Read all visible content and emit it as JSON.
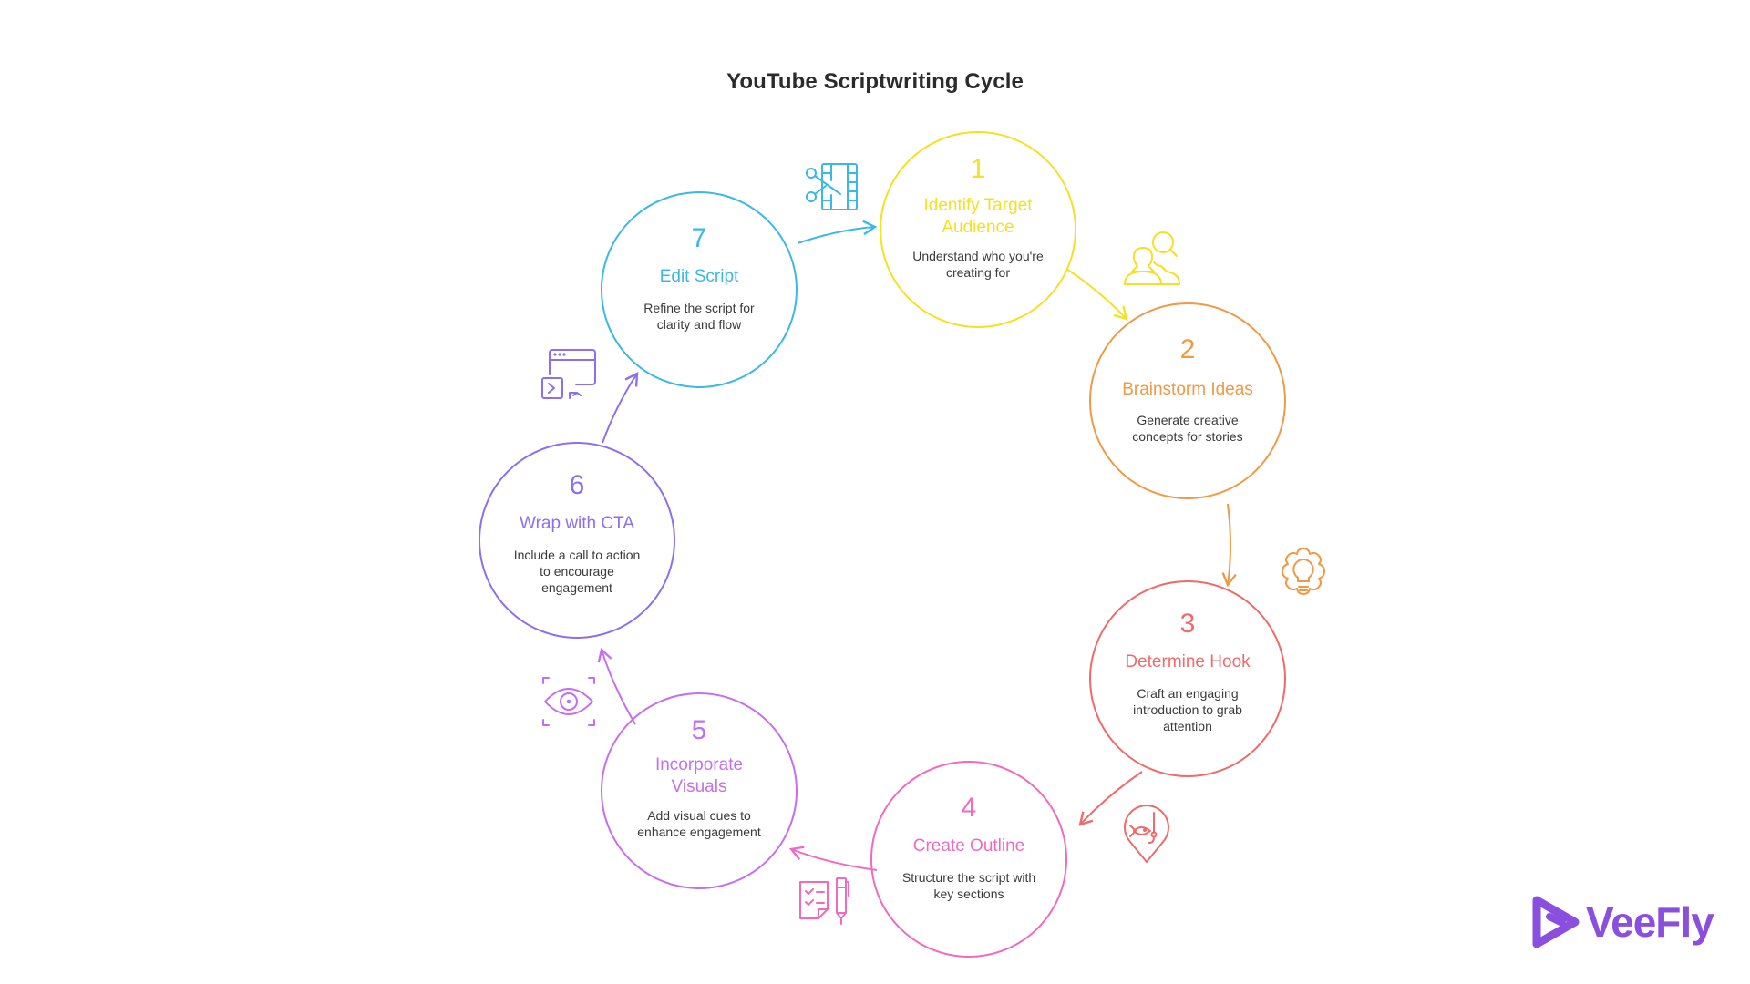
{
  "title": "YouTube Scriptwriting Cycle",
  "steps": [
    {
      "number": "1",
      "label": "Identify Target Audience",
      "label_lines": [
        "Identify Target",
        "Audience"
      ],
      "description_lines": [
        "Understand who you're",
        "creating for"
      ],
      "color": "#f5e024",
      "icon": "audience-search-icon"
    },
    {
      "number": "2",
      "label": "Brainstorm Ideas",
      "label_lines": [
        "Brainstorm Ideas"
      ],
      "description_lines": [
        "Generate creative",
        "concepts for stories"
      ],
      "color": "#f09a46",
      "icon": "lightbulb-gear-icon"
    },
    {
      "number": "3",
      "label": "Determine Hook",
      "label_lines": [
        "Determine Hook"
      ],
      "description_lines": [
        "Craft an engaging",
        "introduction to grab",
        "attention"
      ],
      "color": "#f06a6a",
      "icon": "fish-hook-pin-icon"
    },
    {
      "number": "4",
      "label": "Create Outline",
      "label_lines": [
        "Create Outline"
      ],
      "description_lines": [
        "Structure the script with",
        "key sections"
      ],
      "color": "#f06ac0",
      "icon": "checklist-pen-icon"
    },
    {
      "number": "5",
      "label": "Incorporate Visuals",
      "label_lines": [
        "Incorporate",
        "Visuals"
      ],
      "description_lines": [
        "Add visual cues to",
        "enhance engagement"
      ],
      "color": "#c56ff0",
      "icon": "eye-focus-icon"
    },
    {
      "number": "6",
      "label": "Wrap with CTA",
      "label_lines": [
        "Wrap with CTA"
      ],
      "description_lines": [
        "Include a call to action",
        "to encourage",
        "engagement"
      ],
      "color": "#8b6ff0",
      "icon": "terminal-window-icon"
    },
    {
      "number": "7",
      "label": "Edit Script",
      "label_lines": [
        "Edit Script"
      ],
      "description_lines": [
        "Refine the script for",
        "clarity and flow"
      ],
      "color": "#3ab8e8",
      "icon": "scissors-film-icon"
    }
  ],
  "brand": {
    "name": "VeeFly",
    "color": "#8b4fe0"
  }
}
